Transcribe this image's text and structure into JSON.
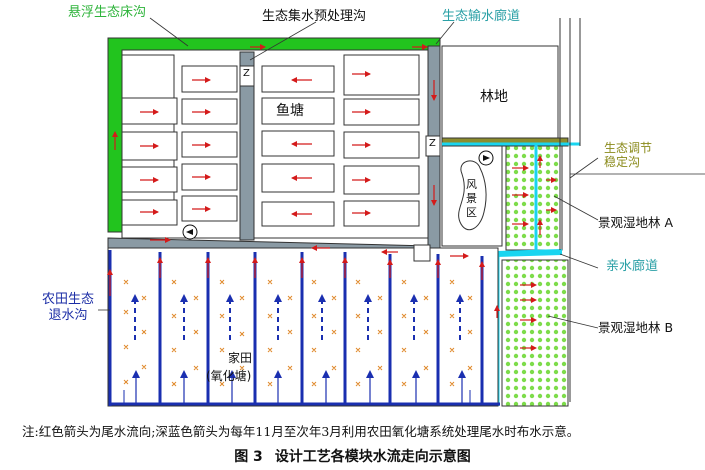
{
  "labels": {
    "floating_ditch": "悬浮生态床沟",
    "collection_ditch": "生态集水预处理沟",
    "conveyance_corridor": "生态输水廊道",
    "woodland": "林地",
    "fish_pond": "鱼塘",
    "scenic_area": "风\n景\n区",
    "regulation_ditch": "生态调节\n稳定沟",
    "wetland_a": "景观湿地林 A",
    "waterfront_corridor": "亲水廊道",
    "wetland_b": "景观湿地林 B",
    "farm_ditch": "农田生态\n退水沟",
    "paddy": "家田",
    "oxidation_pond": "(氧化塘)",
    "gate_z": "Z"
  },
  "note": "注:红色箭头为尾水流向;深蓝色箭头为每年11月至次年3月利用农田氧化塘系统处理尾水时布水示意。",
  "caption": {
    "number": "图 3",
    "title": "设计工艺各模块水流走向示意图"
  },
  "colors": {
    "green_ditch": "#22c41e",
    "gray_channel": "#8a9aa4",
    "cyan": "#19d5f0",
    "navy": "#1a2fb0",
    "red": "#d41a1a",
    "olive": "#8d8d2e",
    "dot_green": "#7ddc4a"
  }
}
